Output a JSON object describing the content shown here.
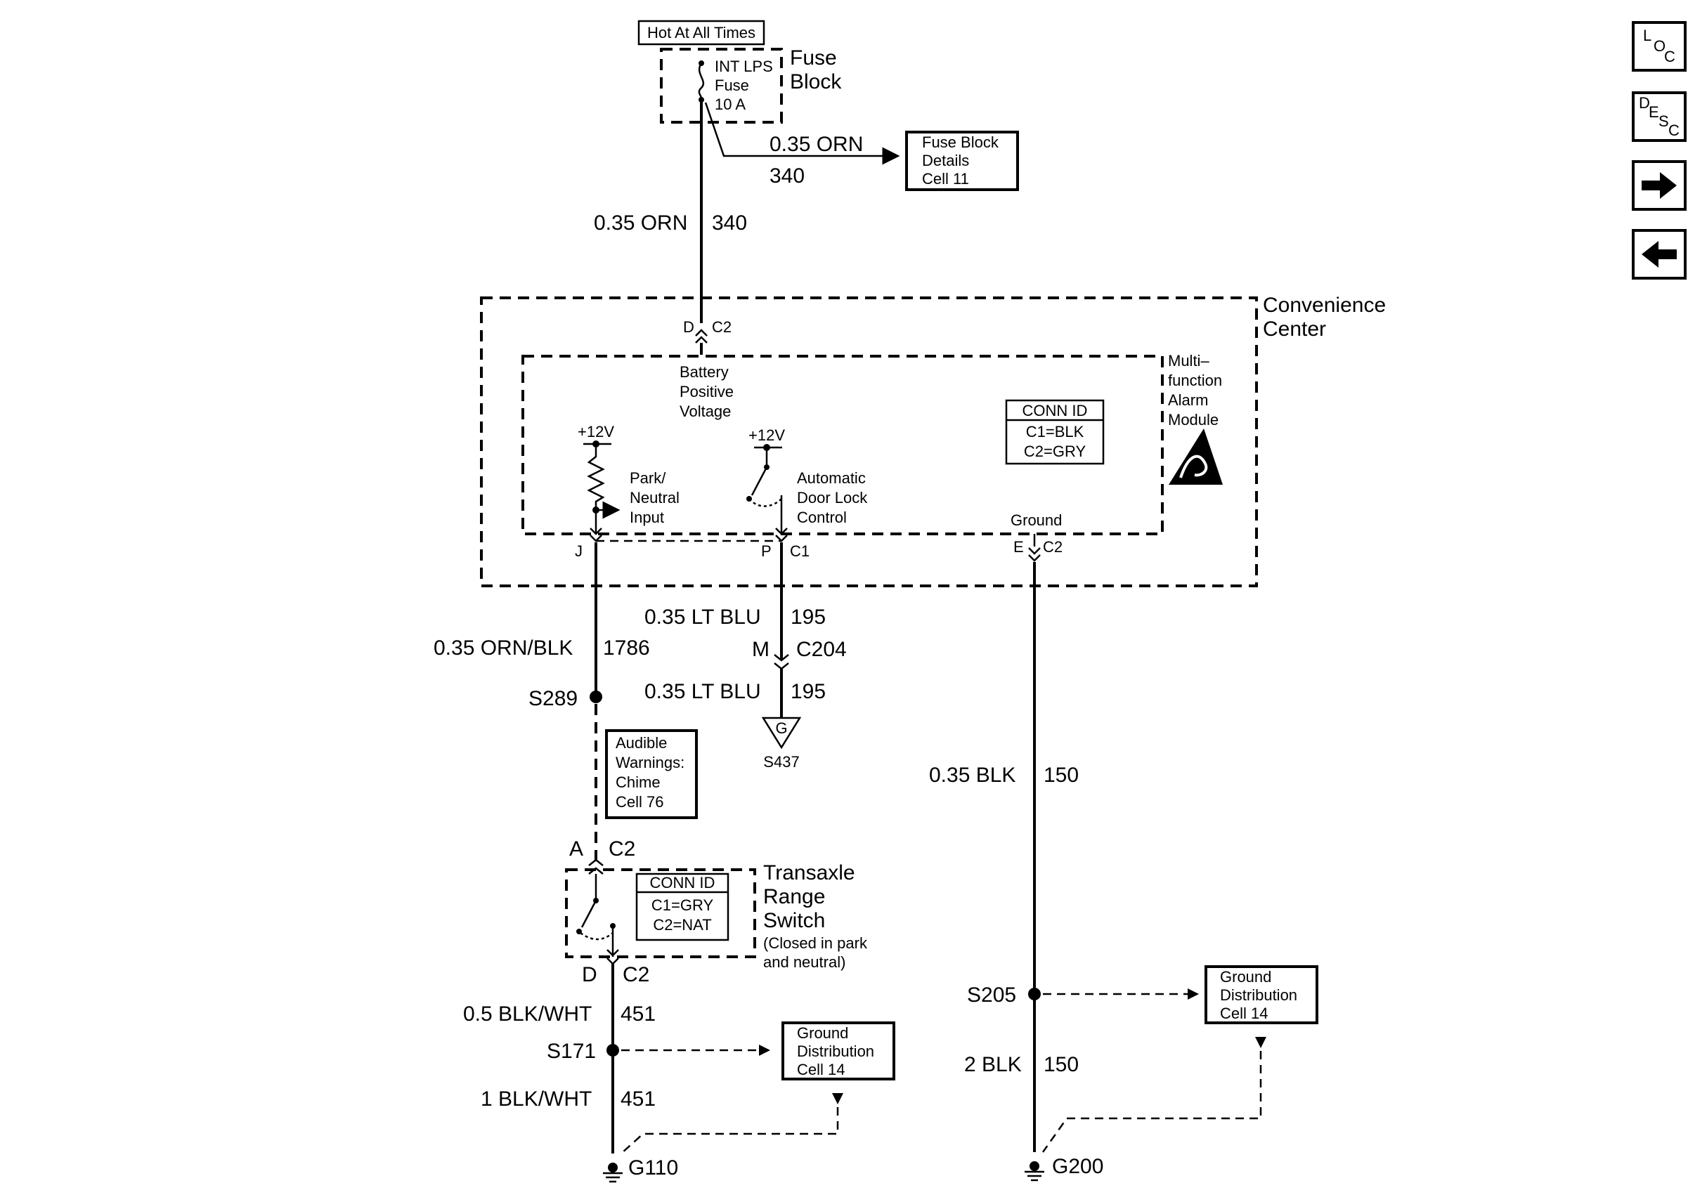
{
  "power": {
    "hot_label": "Hot At All Times",
    "fuse_block_name": "Fuse\nBlock",
    "fuse_text": "INT LPS\nFuse\n10 A"
  },
  "wires": {
    "branch_color": "0.35 ORN",
    "branch_circuit": "340",
    "main_color": "0.35 ORN",
    "main_circuit": "340",
    "park_color": "0.35 ORN/BLK",
    "park_circuit": "1786",
    "door_color_1": "0.35 LT BLU",
    "door_circuit_1": "195",
    "door_color_2": "0.35 LT BLU",
    "door_circuit_2": "195",
    "ground_color_1": "0.35 BLK",
    "ground_circuit_1": "150",
    "ground_color_2": "2 BLK",
    "ground_circuit_2": "150",
    "tr_color_1": "0.5 BLK/WHT",
    "tr_circuit_1": "451",
    "tr_color_2": "1 BLK/WHT",
    "tr_circuit_2": "451"
  },
  "references": {
    "fuse_details": "Fuse Block\nDetails\nCell 11",
    "audible": "Audible\nWarnings:\nChime\nCell 76",
    "ground_dist_left": "Ground\nDistribution\nCell 14",
    "ground_dist_right": "Ground\nDistribution\nCell 14"
  },
  "convenience_center": {
    "name": "Convenience\nCenter",
    "module_name": "Multi–\nfunction\nAlarm\nModule",
    "conn_id_title": "CONN ID",
    "conn_id_lines": [
      "C1=BLK",
      "C2=GRY"
    ],
    "battery_label": "Battery\nPositive\nVoltage",
    "pin_battery": "D",
    "conn_battery": "C2",
    "v12_left": "+12V",
    "v12_right": "+12V",
    "park_label": "Park/\nNeutral\nInput",
    "door_label": "Automatic\nDoor Lock\nControl",
    "ground_label": "Ground",
    "pin_park": "J",
    "pin_door": "P",
    "conn_door": "C1",
    "pin_ground": "E",
    "conn_ground": "C2"
  },
  "connectors": {
    "c204_pin": "M",
    "c204_name": "C204",
    "tr_top_pin": "A",
    "tr_top_conn": "C2",
    "tr_bottom_pin": "D",
    "tr_bottom_conn": "C2"
  },
  "splices": {
    "s289": "S289",
    "s437": "S437",
    "s437_symbol": "G",
    "s205": "S205",
    "s171": "S171"
  },
  "grounds": {
    "g110": "G110",
    "g200": "G200"
  },
  "transaxle": {
    "name": "Transaxle\nRange\nSwitch",
    "note": "(Closed in park\nand neutral)",
    "conn_id_title": "CONN ID",
    "conn_id_lines": [
      "C1=GRY",
      "C2=NAT"
    ]
  },
  "nav": {
    "loc": {
      "a": "L",
      "b": "O",
      "c": "C"
    },
    "desc": {
      "a": "D",
      "b": "E",
      "c": "S",
      "d": "C"
    }
  }
}
